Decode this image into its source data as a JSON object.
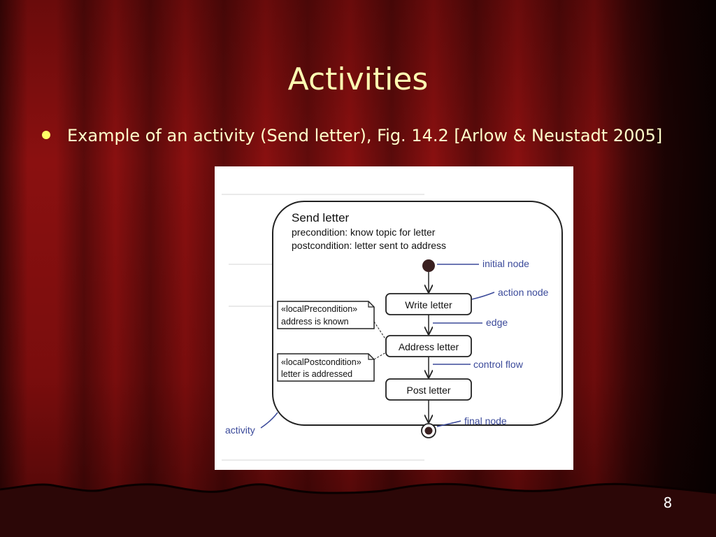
{
  "slide": {
    "title": "Activities",
    "bullet": "Example of an activity (Send letter), Fig. 14.2 [Arlow & Neustadt 2005]",
    "page_number": "8"
  },
  "diagram": {
    "activity_name": "Send letter",
    "precondition": "precondition: know topic for letter",
    "postcondition": "postcondition: letter sent to address",
    "actions": [
      "Write letter",
      "Address letter",
      "Post letter"
    ],
    "notes": [
      {
        "stereotype": "«localPrecondition»",
        "text": "address is known"
      },
      {
        "stereotype": "«localPostcondition»",
        "text": "letter is addressed"
      }
    ],
    "callouts": {
      "initial_node": "initial node",
      "action_node": "action node",
      "edge": "edge",
      "control_flow": "control flow",
      "final_node": "final node",
      "activity": "activity"
    },
    "colors": {
      "callout_text": "#3b4a9a",
      "title_text": "#ffffb3",
      "bullet": "#ffff66"
    }
  }
}
